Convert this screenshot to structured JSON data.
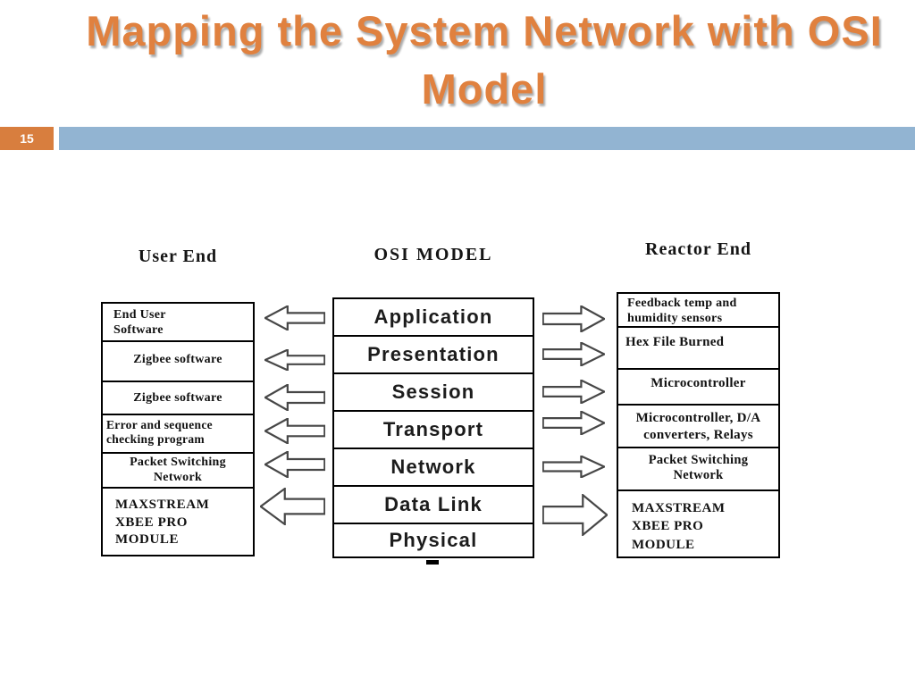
{
  "slide": {
    "title_line1": "Mapping the System Network with OSI",
    "title_line2": "Model",
    "page_number": "15"
  },
  "colors": {
    "title_orange": "#E0813F",
    "badge_orange": "#D87E3E",
    "bar_blue": "#92B4D2",
    "line_black": "#000000"
  },
  "diagram": {
    "user_end": {
      "header": "User End",
      "rows": [
        "End User\nSoftware",
        "Zigbee software",
        "Zigbee software",
        "Error and sequence\nchecking program",
        "Packet Switching\nNetwork",
        "MAXSTREAM\nXBEE PRO\nMODULE"
      ]
    },
    "osi_model": {
      "header": "OSI MODEL",
      "rows": [
        "Application",
        "Presentation",
        "Session",
        "Transport",
        "Network",
        "Data Link",
        "Physical"
      ]
    },
    "reactor_end": {
      "header": "Reactor End",
      "rows": [
        "Feedback temp and\nhumidity sensors",
        "Hex File Burned",
        "Microcontroller",
        "Microcontroller, D/A\nconverters, Relays",
        "Packet Switching\nNetwork",
        "MAXSTREAM\nXBEE PRO\nMODULE"
      ]
    }
  }
}
